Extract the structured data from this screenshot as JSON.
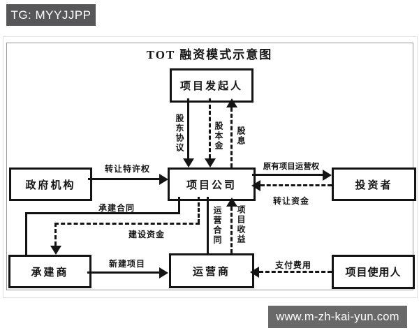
{
  "badge": {
    "text": "TG: MYYJJPP"
  },
  "watermark": {
    "text": "www.m-zh-kai-yun.com"
  },
  "colors": {
    "ink": "#141414",
    "badge_bg": "#57575a",
    "watermark_bg": "#696969",
    "frame": "#979797"
  },
  "diagram": {
    "title": "TOT 融资模式示意图",
    "nodes": {
      "initiator": "项目发起人",
      "government": "政府机构",
      "company": "项目公司",
      "investor": "投资者",
      "contractor": "承建商",
      "operator": "运营商",
      "user": "项目使用人"
    },
    "edges": {
      "shareholder_agreement": "股东协议",
      "equity_capital": "股本金",
      "dividend": "股息",
      "transfer_concession": "转让特许权",
      "original_operation_right": "原有项目运营权",
      "transfer_funds": "转让资金",
      "construction_contract": "承建合同",
      "construction_funds": "建设资金",
      "operation_contract": "运营合同",
      "project_revenue": "项目收益",
      "new_project": "新建项目",
      "pay_fees": "支付费用"
    }
  }
}
